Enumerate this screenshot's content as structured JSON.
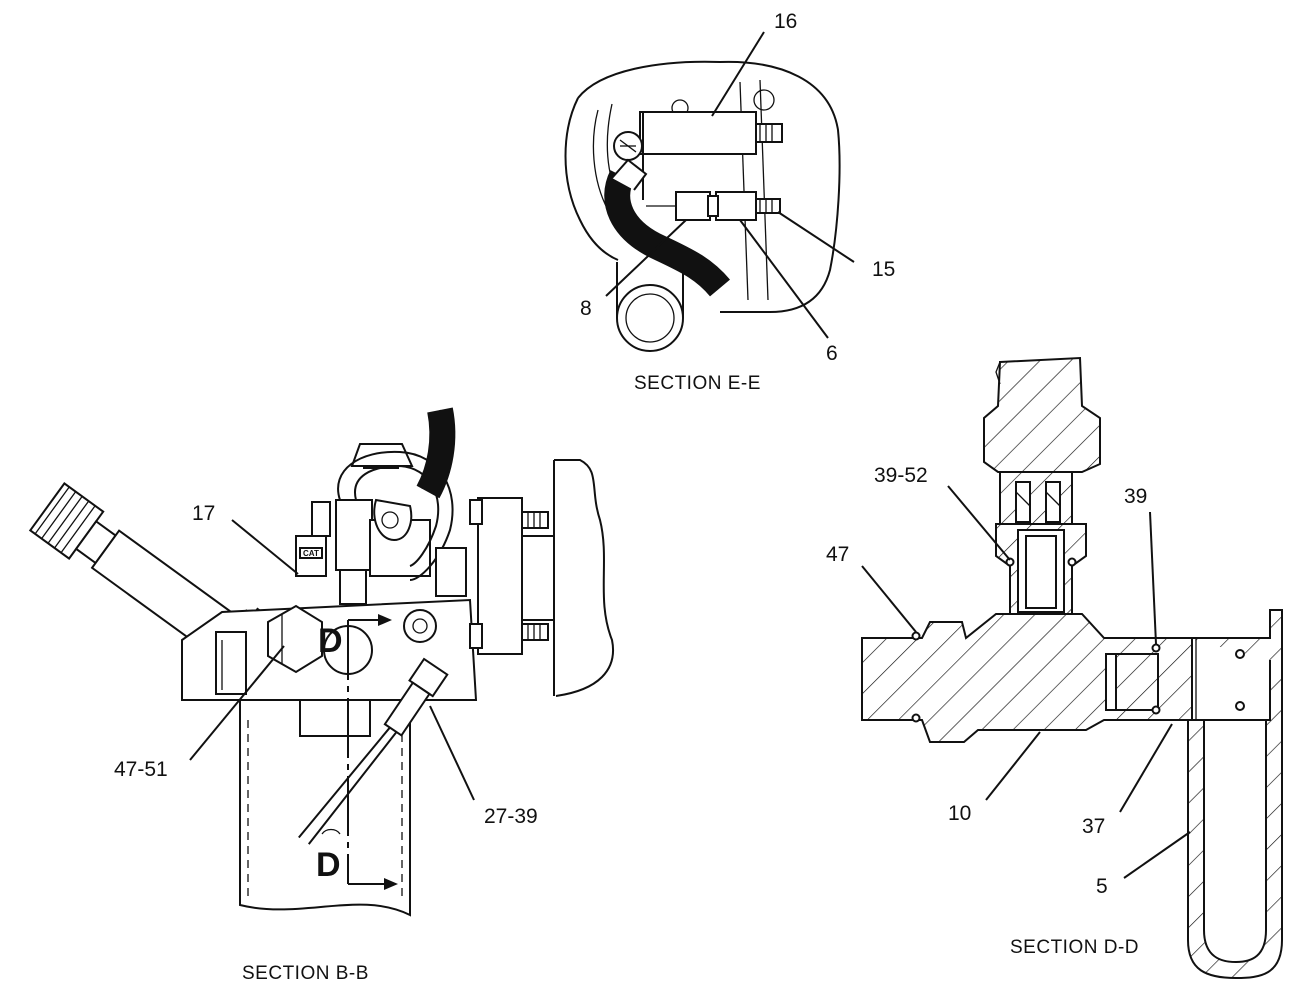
{
  "sections": {
    "e": {
      "caption": "SECTION E-E",
      "callouts": [
        "16",
        "15",
        "8",
        "6"
      ]
    },
    "b": {
      "caption": "SECTION B-B",
      "callouts": [
        "17",
        "47-51",
        "27-39"
      ],
      "section_mark_top": "D",
      "section_mark_bottom": "D"
    },
    "d": {
      "caption": "SECTION D-D",
      "callouts": [
        "39-52",
        "47",
        "39",
        "10",
        "37",
        "5"
      ]
    }
  },
  "colors": {
    "line": "#111111",
    "background": "#ffffff"
  }
}
